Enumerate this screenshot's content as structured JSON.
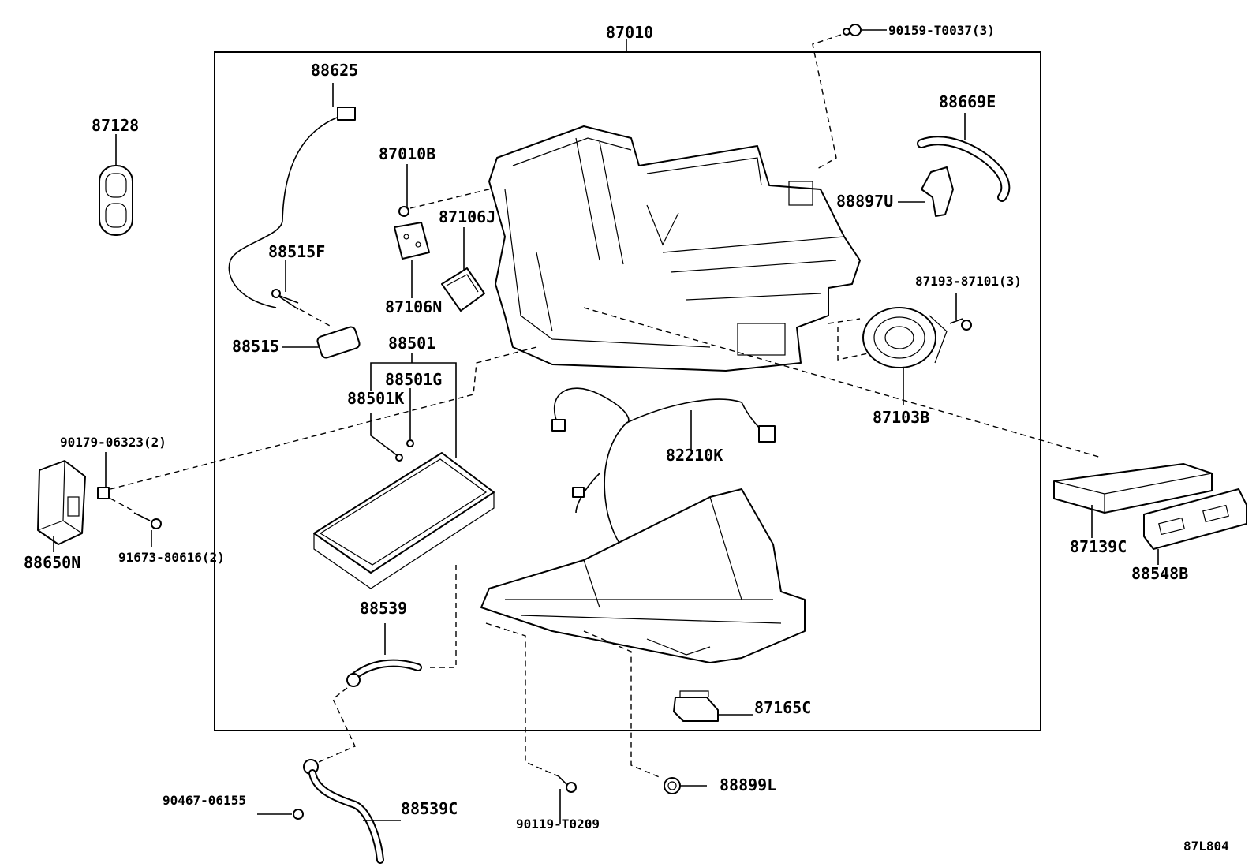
{
  "labels": {
    "p87010": "87010",
    "p90159": "90159-T0037(3)",
    "p88625": "88625",
    "p87128": "87128",
    "p88669E": "88669E",
    "p87010B": "87010B",
    "p88897U": "88897U",
    "p87106J": "87106J",
    "p88515F": "88515F",
    "p87193": "87193-87101(3)",
    "p87106N": "87106N",
    "p88515": "88515",
    "p88501": "88501",
    "p88501G": "88501G",
    "p88501K": "88501K",
    "p87103B": "87103B",
    "p90179": "90179-06323(2)",
    "p82210K": "82210K",
    "p88650N": "88650N",
    "p91673": "91673-80616(2)",
    "p87139C": "87139C",
    "p88548B": "88548B",
    "p88539": "88539",
    "p87165C": "87165C",
    "p90467": "90467-06155",
    "p88539C": "88539C",
    "p88899L": "88899L",
    "p90119": "90119-T0209",
    "figure_code": "87L804"
  }
}
